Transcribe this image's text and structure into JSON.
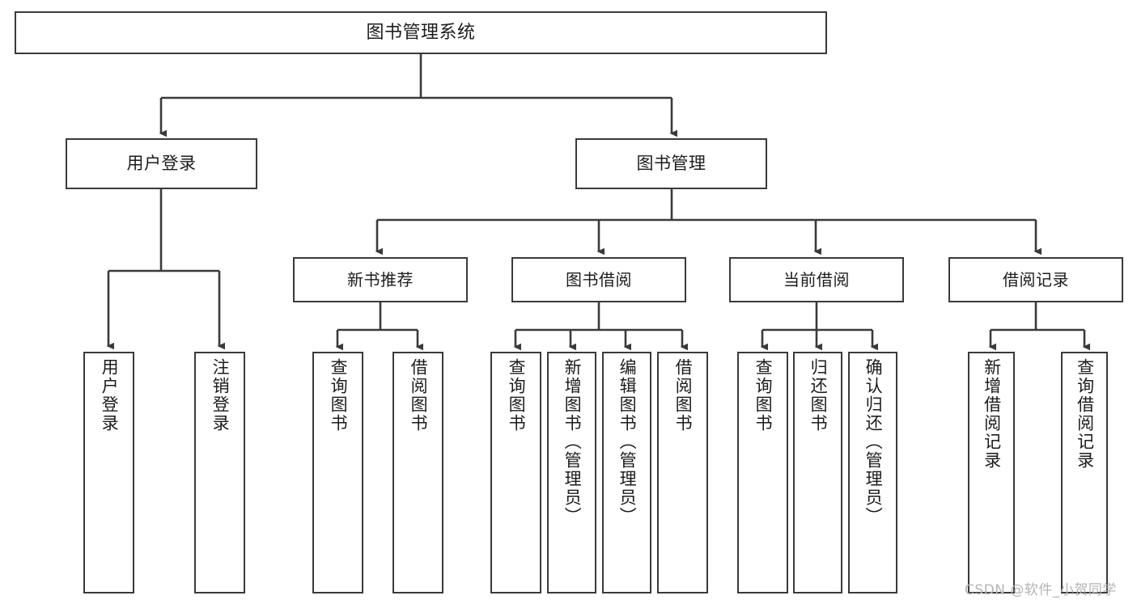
{
  "diagram": {
    "type": "tree",
    "title": "图书管理系统",
    "root": {
      "id": "root",
      "label": "图书管理系统"
    },
    "level2": [
      {
        "id": "user-login",
        "label": "用户登录"
      },
      {
        "id": "book-manage",
        "label": "图书管理"
      }
    ],
    "level3": [
      {
        "id": "new-book-rec",
        "label": "新书推荐",
        "parent": "book-manage"
      },
      {
        "id": "book-borrow",
        "label": "图书借阅",
        "parent": "book-manage"
      },
      {
        "id": "current-borrow",
        "label": "当前借阅",
        "parent": "book-manage"
      },
      {
        "id": "borrow-record",
        "label": "借阅记录",
        "parent": "book-manage"
      }
    ],
    "leaves": [
      {
        "id": "leaf-user-login",
        "label": "用户登录",
        "parent": "user-login"
      },
      {
        "id": "leaf-logout",
        "label": "注销登录",
        "parent": "user-login"
      },
      {
        "id": "leaf-query-book-1",
        "label": "查询图书",
        "parent": "new-book-rec"
      },
      {
        "id": "leaf-borrow-book-1",
        "label": "借阅图书",
        "parent": "new-book-rec"
      },
      {
        "id": "leaf-query-book-2",
        "label": "查询图书",
        "parent": "book-borrow"
      },
      {
        "id": "leaf-add-book",
        "label": "新增图书（管理员）",
        "parent": "book-borrow"
      },
      {
        "id": "leaf-edit-book",
        "label": "编辑图书（管理员）",
        "parent": "book-borrow"
      },
      {
        "id": "leaf-borrow-book-2",
        "label": "借阅图书",
        "parent": "book-borrow"
      },
      {
        "id": "leaf-query-book-3",
        "label": "查询图书",
        "parent": "current-borrow"
      },
      {
        "id": "leaf-return-book",
        "label": "归还图书",
        "parent": "current-borrow"
      },
      {
        "id": "leaf-confirm-return",
        "label": "确认归还（管理员）",
        "parent": "current-borrow"
      },
      {
        "id": "leaf-add-record",
        "label": "新增借阅记录",
        "parent": "borrow-record"
      },
      {
        "id": "leaf-query-record",
        "label": "查询借阅记录",
        "parent": "borrow-record"
      }
    ]
  },
  "watermark": {
    "text": "CSDN @软件_小贺同学"
  },
  "colors": {
    "stroke": "#3a3a3a",
    "fill": "#ffffff",
    "text": "#1c1c1c",
    "watermark": "#b4b4b4"
  }
}
